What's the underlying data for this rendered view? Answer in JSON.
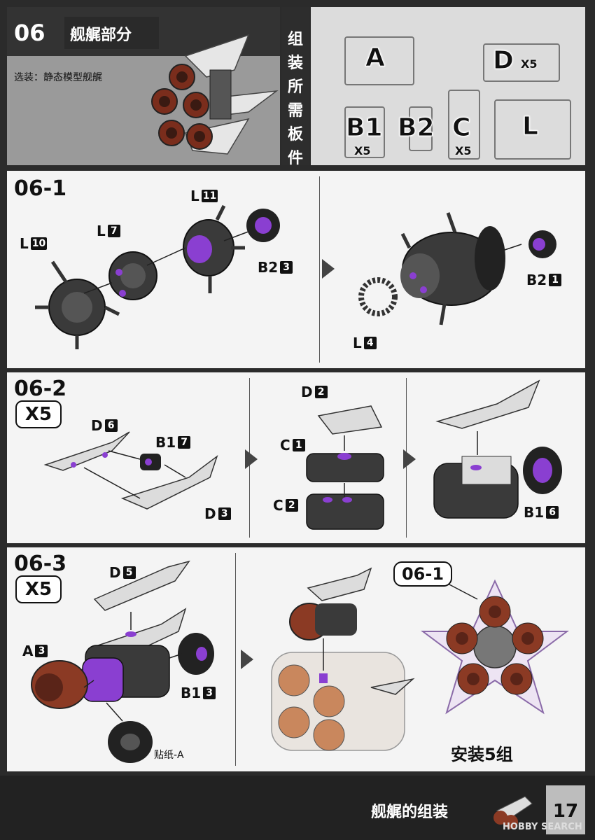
{
  "header": {
    "section_number": "06",
    "section_title": "舰艉部分",
    "option_text": "选装：静态模型舰艉",
    "required_runners_label": [
      "组",
      "装",
      "所",
      "需",
      "板",
      "件"
    ]
  },
  "runners": [
    {
      "label": "A",
      "multiplier": ""
    },
    {
      "label": "D",
      "multiplier": "X5"
    },
    {
      "label": "B1",
      "multiplier": "X5"
    },
    {
      "label": "B2",
      "multiplier": ""
    },
    {
      "label": "C",
      "multiplier": "X5"
    },
    {
      "label": "L",
      "multiplier": ""
    }
  ],
  "step_06_1": {
    "title": "06-1",
    "labels": [
      {
        "letter": "L",
        "num": "10"
      },
      {
        "letter": "L",
        "num": "7"
      },
      {
        "letter": "L",
        "num": "11"
      },
      {
        "letter": "B2",
        "num": "3"
      },
      {
        "letter": "B2",
        "num": "1"
      },
      {
        "letter": "L",
        "num": "4"
      }
    ]
  },
  "step_06_2": {
    "title": "06-2",
    "multiplier": "X5",
    "labels": [
      {
        "letter": "D",
        "num": "6"
      },
      {
        "letter": "B1",
        "num": "7"
      },
      {
        "letter": "D",
        "num": "3"
      },
      {
        "letter": "D",
        "num": "2"
      },
      {
        "letter": "C",
        "num": "1"
      },
      {
        "letter": "C",
        "num": "2"
      },
      {
        "letter": "B1",
        "num": "6"
      }
    ]
  },
  "step_06_3": {
    "title": "06-3",
    "multiplier": "X5",
    "labels": [
      {
        "letter": "D",
        "num": "5"
      },
      {
        "letter": "A",
        "num": "3"
      },
      {
        "letter": "B1",
        "num": "3"
      }
    ],
    "sticker_label": "贴纸-A",
    "reference": "06-1",
    "install_text": "安装5组"
  },
  "footer": {
    "title": "舰艉的组装",
    "page_number": "17",
    "watermark": "HOBBY SEARCH"
  },
  "colors": {
    "accent_purple": "#8a3fd1",
    "copper": "#8b3a24",
    "dark_part": "#3a3a3a",
    "light_part": "#dcdcdc"
  }
}
